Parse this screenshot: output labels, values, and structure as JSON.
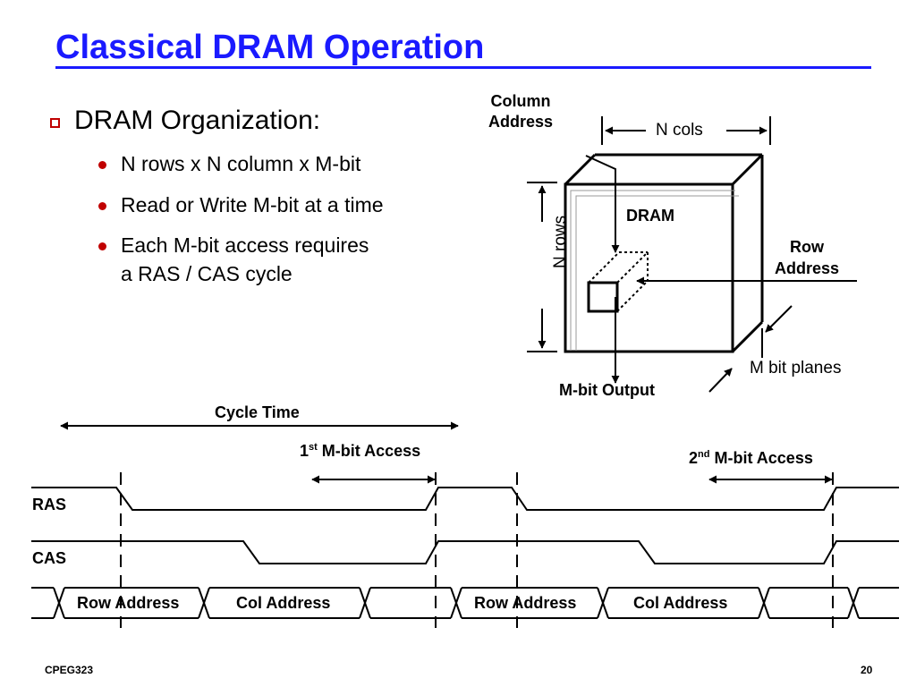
{
  "slide": {
    "title": "Classical DRAM Operation",
    "heading": "DRAM Organization:",
    "bullets": [
      "N rows x N column x M-bit",
      "Read or Write M-bit at a time",
      "Each M-bit access requires\na RAS / CAS cycle"
    ]
  },
  "diagram": {
    "column_address": "Column\nAddress",
    "n_cols": "N cols",
    "n_rows": "N rows",
    "dram": "DRAM",
    "row_address": "Row\nAddress",
    "m_bit_planes": "M bit planes",
    "m_bit_output": "M-bit Output"
  },
  "timing": {
    "cycle_time": "Cycle Time",
    "first_access": "1st M-bit Access",
    "first_access_num": "1",
    "first_access_sup": "st",
    "first_access_rest": " M-bit Access",
    "second_access_num": "2",
    "second_access_sup": "nd",
    "second_access_rest": " M-bit Access",
    "ras": "RAS",
    "cas": "CAS",
    "bus": [
      "Row Address",
      "Col Address",
      "Row Address",
      "Col Address"
    ]
  },
  "footer": {
    "course": "CPEG323",
    "page": "20"
  },
  "colors": {
    "title": "#1a1aff",
    "bullet": "#c00000"
  }
}
